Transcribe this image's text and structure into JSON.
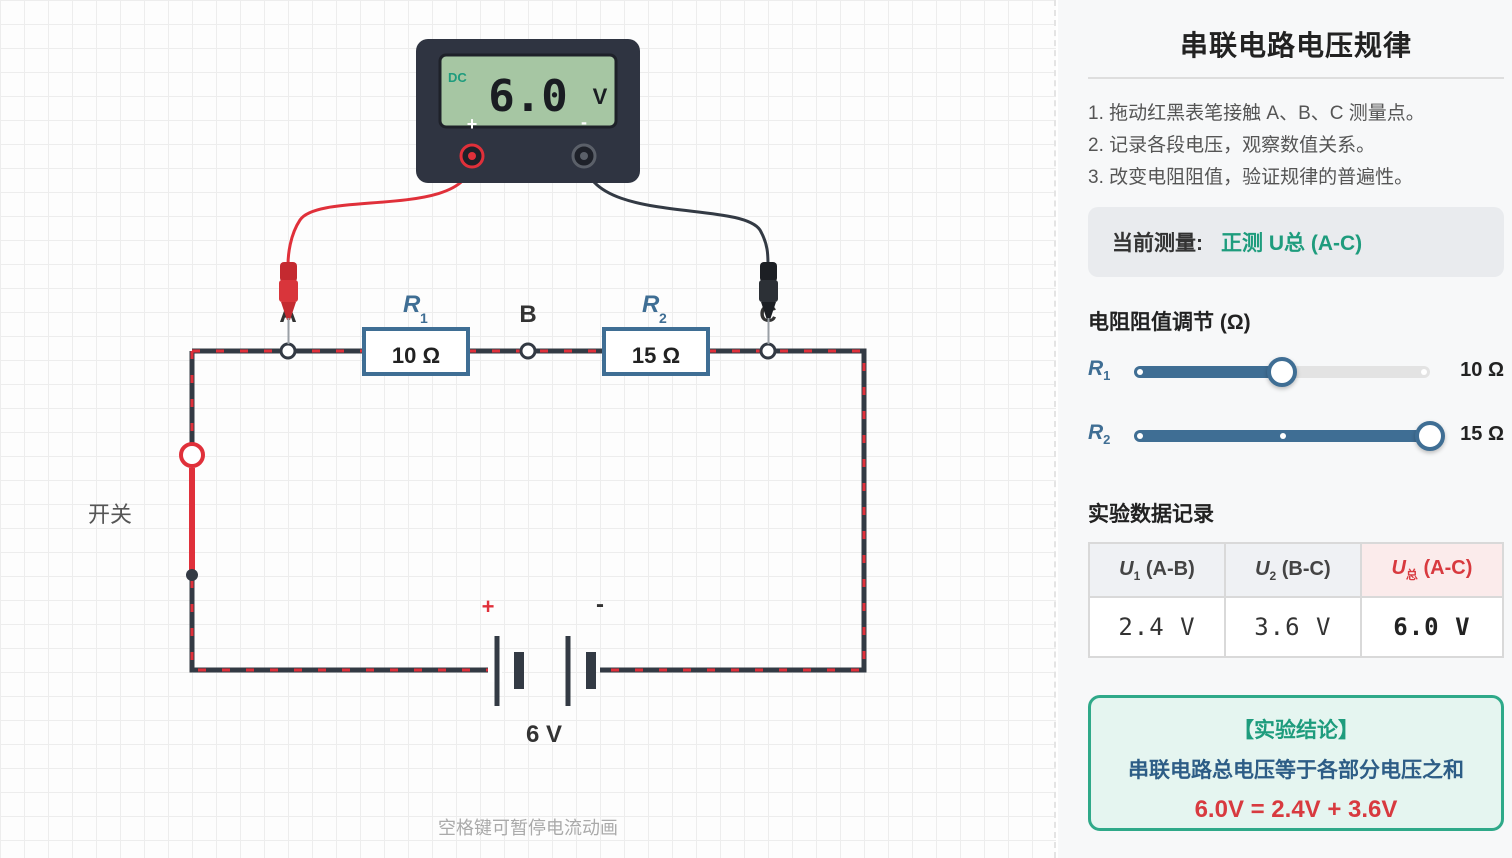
{
  "meter": {
    "mode": "DC",
    "reading": "6.0",
    "unit": "V",
    "plus": "+",
    "minus": "-"
  },
  "circuit": {
    "point_a": "A",
    "point_b": "B",
    "point_c": "C",
    "r1_symbol": "R",
    "r1_sub": "1",
    "r1_value": "10 Ω",
    "r2_symbol": "R",
    "r2_sub": "2",
    "r2_value": "15 Ω",
    "battery_plus": "+",
    "battery_minus": "-",
    "battery_value": "6 V",
    "switch_label": "开关"
  },
  "hint": "空格键可暂停电流动画",
  "panel": {
    "title": "串联电路电压规律",
    "steps": [
      "1. 拖动红黑表笔接触 A、B、C 测量点。",
      "2. 记录各段电压，观察数值关系。",
      "3. 改变电阻阻值，验证规律的普遍性。"
    ],
    "current_label": "当前测量:",
    "current_value": "正测 U总 (A-C)",
    "resistance_title": "电阻阻值调节 (Ω)",
    "sliders": [
      {
        "symbol": "R",
        "sub": "1",
        "value": "10 Ω",
        "level": 0.5
      },
      {
        "symbol": "R",
        "sub": "2",
        "value": "15 Ω",
        "level": 1.0
      }
    ],
    "record_title": "实验数据记录",
    "table": {
      "headers": [
        {
          "sym": "U",
          "sub": "1",
          "range": "(A-B)"
        },
        {
          "sym": "U",
          "sub": "2",
          "range": "(B-C)"
        },
        {
          "sym": "U",
          "sub": "总",
          "range": "(A-C)"
        }
      ],
      "values": [
        "2.4 V",
        "3.6 V",
        "6.0 V"
      ]
    },
    "conclusion_head": "【实验结论】",
    "conclusion_body": "串联电路总电压等于各部分电压之和",
    "conclusion_eq": "6.0V = 2.4V + 3.6V"
  },
  "colors": {
    "accent": "#3f6e94",
    "teal": "#1e9c7d",
    "red": "#d83a3f",
    "wire": "#333a44",
    "current_dash": "#e0303a"
  }
}
